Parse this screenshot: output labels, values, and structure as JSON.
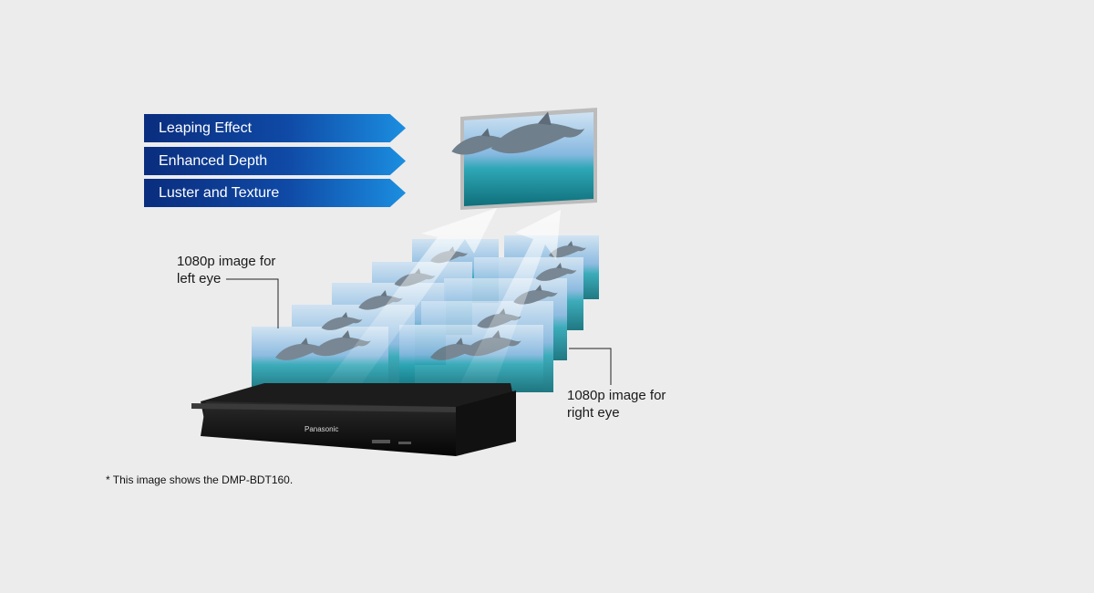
{
  "banners": [
    {
      "label": "Leaping Effect"
    },
    {
      "label": "Enhanced Depth"
    },
    {
      "label": "Luster and Texture"
    }
  ],
  "left_eye_label": [
    "1080p image for",
    "left eye"
  ],
  "right_eye_label": [
    "1080p image for",
    "right eye"
  ],
  "device_brand": "Panasonic",
  "footnote": "* This image shows the DMP-BDT160.",
  "colors": {
    "background": "#ececec",
    "banner_dark": "#0a2d7e",
    "banner_light": "#1b8ee0"
  }
}
